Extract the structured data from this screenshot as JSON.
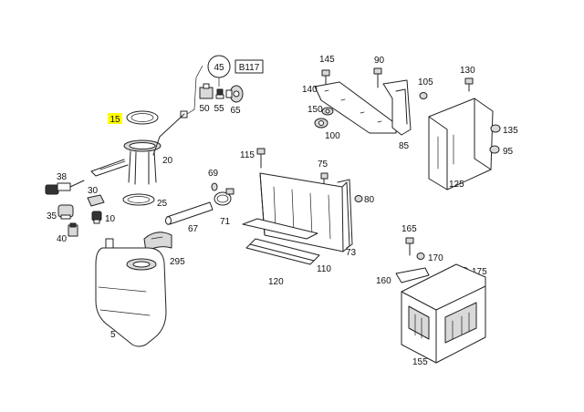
{
  "highlight_color": "#ffff00",
  "callouts": {
    "c45": "45",
    "cB117": "B117",
    "c50": "50",
    "c55": "55",
    "c65": "65",
    "c15": "15",
    "c20": "20",
    "c25": "25",
    "c38": "38",
    "c30": "30",
    "c35": "35",
    "c10": "10",
    "c40": "40",
    "c69": "69",
    "c71": "71",
    "c67": "67",
    "c295": "295",
    "c5": "5",
    "c145": "145",
    "c140": "140",
    "c150": "150",
    "c100": "100",
    "c90": "90",
    "c105": "105",
    "c85": "85",
    "c130": "130",
    "c135": "135",
    "c95": "95",
    "c125": "125",
    "c115": "115",
    "c75": "75",
    "c80": "80",
    "c73": "73",
    "c110": "110",
    "c120": "120",
    "c165": "165",
    "c170": "170",
    "c175": "175",
    "c160": "160",
    "c155": "155"
  }
}
